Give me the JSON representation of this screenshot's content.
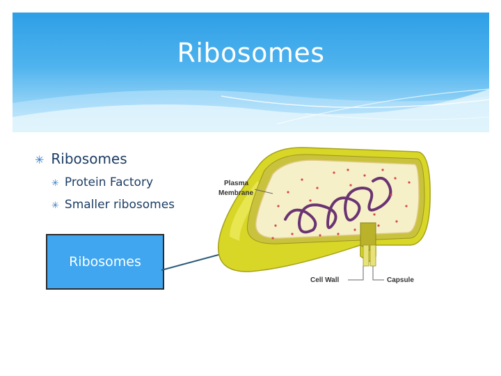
{
  "slide": {
    "title": "Ribosomes",
    "bullets": [
      {
        "text": "Ribosomes",
        "level": 1
      },
      {
        "text": "Protein Factory",
        "level": 2
      },
      {
        "text": "Smaller ribosomes",
        "level": 2
      }
    ],
    "bullet_icon": "asterisk-icon",
    "callout_label": "Ribosomes"
  },
  "diagram": {
    "labels": {
      "plasma_membrane_line1": "Plasma",
      "plasma_membrane_line2": "Membrane",
      "cell_wall": "Cell Wall",
      "capsule": "Capsule"
    }
  },
  "colors": {
    "header_blue": "#2e9fe6",
    "callout_fill": "#3fa6ef",
    "text_dark": "#1b3c63",
    "capsule_yellow": "#d8d626",
    "cytoplasm": "#f6f0c8",
    "dna_purple": "#6a3472"
  }
}
